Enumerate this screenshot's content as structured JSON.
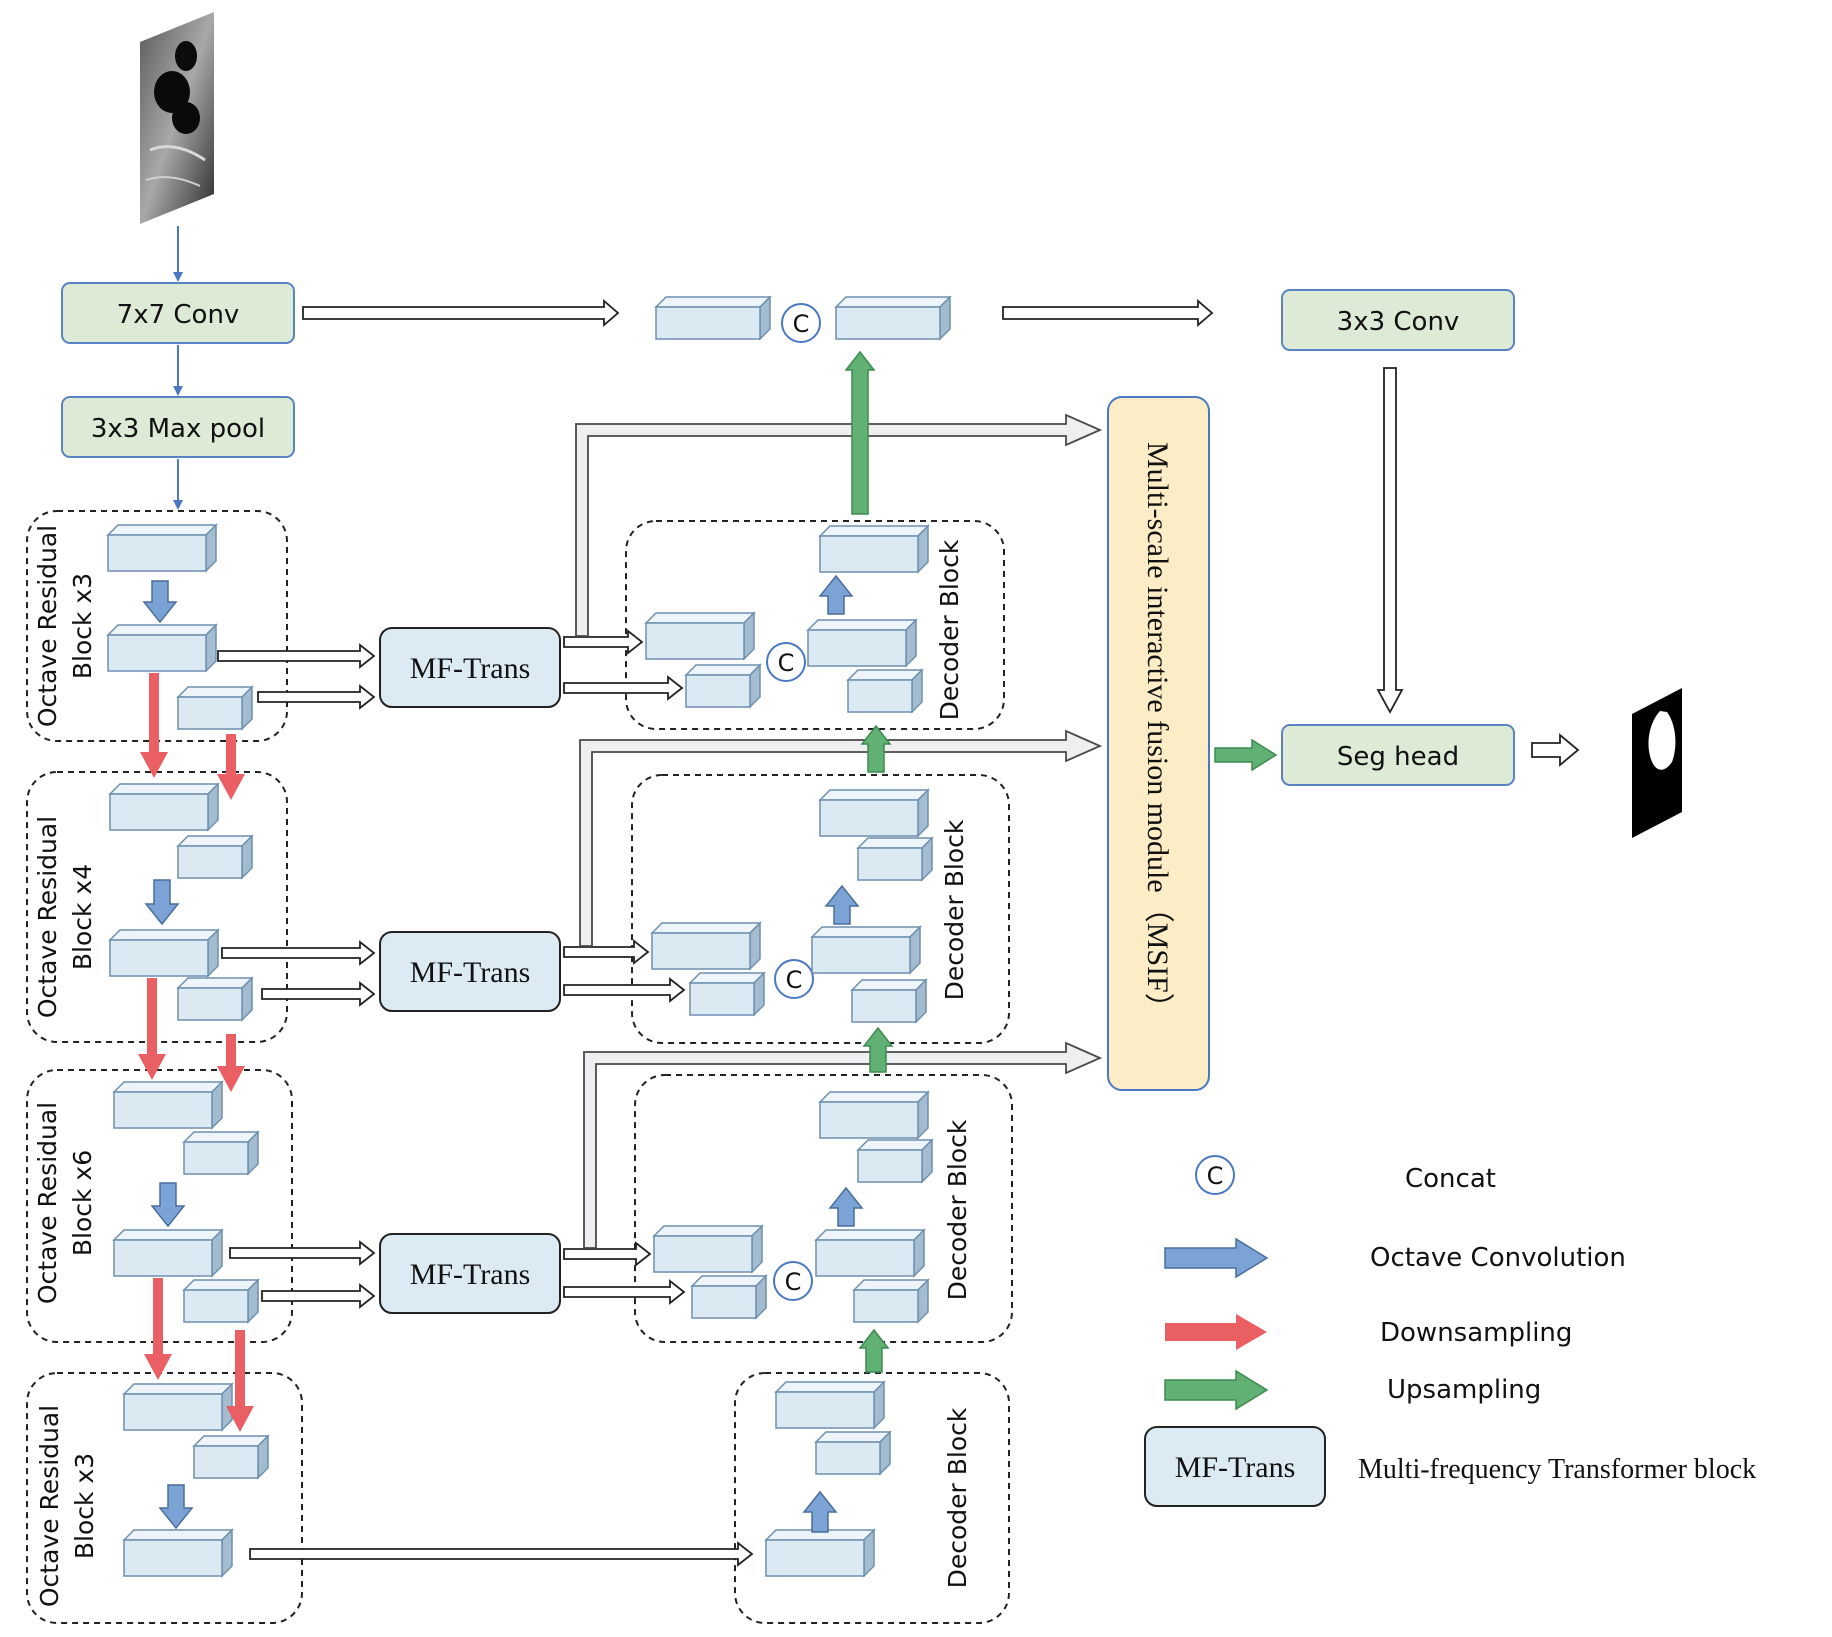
{
  "nodes": {
    "conv7": "7x7 Conv",
    "maxpool": "3x3 Max pool",
    "conv3": "3x3 Conv",
    "seghead": "Seg head",
    "msif": "Multi-scale interactive fusion module（MSIF）",
    "mftrans": "MF-Trans"
  },
  "encoder_blocks": [
    {
      "line1": "Octave Residual",
      "line2": "Block  x3"
    },
    {
      "line1": "Octave Residual",
      "line2": "Block  x4"
    },
    {
      "line1": "Octave Residual",
      "line2": "Block  x6"
    },
    {
      "line1": "Octave Residual",
      "line2": "Block  x3"
    }
  ],
  "decoder_block_label": "Decoder Block",
  "concat_symbol": "C",
  "legend": {
    "concat": "Concat",
    "octave_conv": "Octave Convolution",
    "downsampling": "Downsampling",
    "upsampling": "Upsampling",
    "mftrans_label": "MF-Trans",
    "mftrans_desc": "Multi-frequency Transformer block"
  },
  "colors": {
    "node_green": "#dcead6",
    "node_blue": "#dcebf3",
    "msif_fill": "#fdedc6",
    "cube_front": "#dbe9f3",
    "cube_top": "#edf4fa",
    "cube_side": "#a3bccf",
    "blue_arrow": "#7ba3d6",
    "red_arrow": "#ea5f63",
    "green_arrow": "#60b173",
    "line_blue": "#4a78c2"
  }
}
